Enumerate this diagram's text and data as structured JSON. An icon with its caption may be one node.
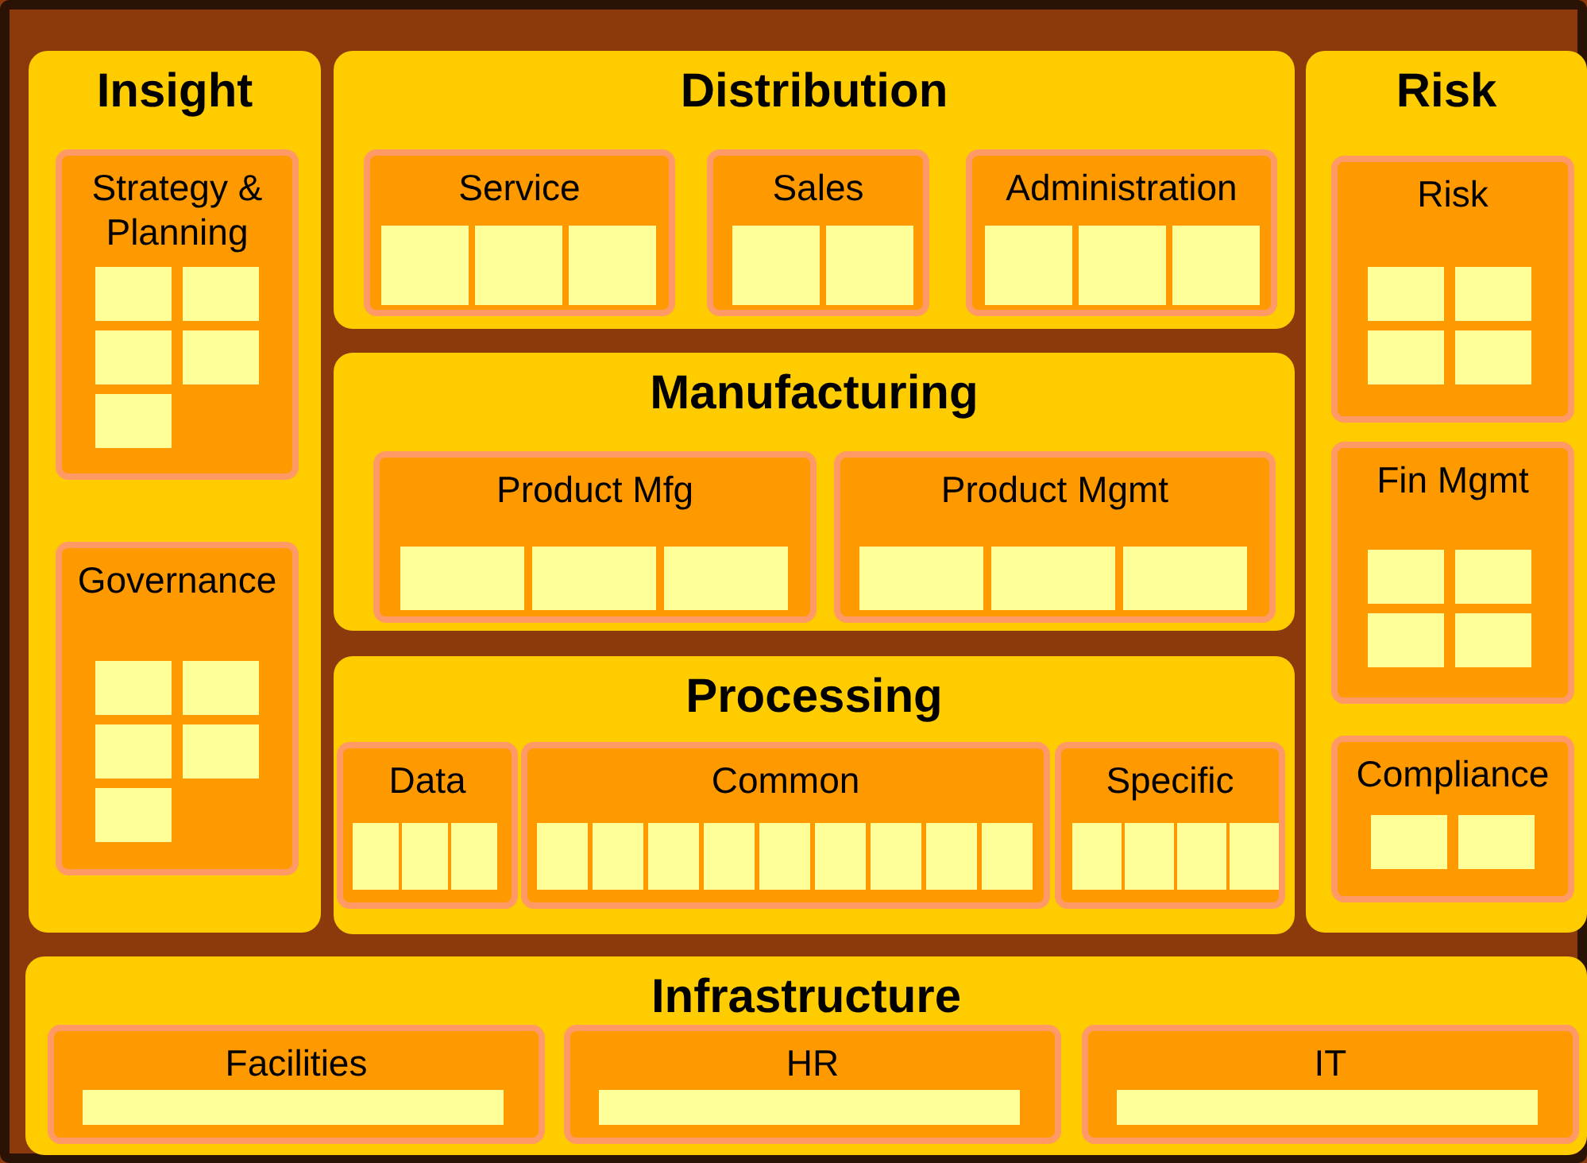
{
  "diagram": {
    "nodes": [
      {
        "text": [
          "Insight"
        ]
      },
      {
        "text": [
          "Strategy & Planning"
        ],
        "in": 0
      },
      {
        "text": [],
        "shape": "box",
        "in": 1
      },
      {
        "text": [],
        "shape": "box",
        "in": 1
      },
      {
        "text": [],
        "shape": "box",
        "in": 1
      },
      {
        "text": [],
        "shape": "box",
        "in": 1
      },
      {
        "text": [],
        "shape": "box",
        "in": 1
      },
      {
        "text": [
          "Governance"
        ],
        "in": 0
      },
      {
        "text": [],
        "shape": "box",
        "in": 7
      },
      {
        "text": [],
        "shape": "box",
        "in": 7
      },
      {
        "text": [],
        "shape": "box",
        "in": 7
      },
      {
        "text": [],
        "shape": "box",
        "in": 7
      },
      {
        "text": [],
        "shape": "box",
        "in": 7
      },
      {
        "text": [
          "Distribution"
        ]
      },
      {
        "text": [
          "Service"
        ],
        "in": 13
      },
      {
        "text": [],
        "shape": "box",
        "in": 14
      },
      {
        "text": [],
        "shape": "box",
        "in": 14
      },
      {
        "text": [],
        "shape": "box",
        "in": 14
      },
      {
        "text": [
          "Sales"
        ],
        "in": 13
      },
      {
        "text": [],
        "shape": "box",
        "in": 18
      },
      {
        "text": [],
        "shape": "box",
        "in": 18
      },
      {
        "text": [
          "Administration"
        ],
        "in": 13
      },
      {
        "text": [],
        "shape": "box",
        "in": 21
      },
      {
        "text": [],
        "shape": "box",
        "in": 21
      },
      {
        "text": [],
        "shape": "box",
        "in": 21
      },
      {
        "text": [
          "Manufacturing"
        ]
      },
      {
        "text": [
          "Product Mfg"
        ],
        "in": 25
      },
      {
        "text": [],
        "shape": "box",
        "in": 26
      },
      {
        "text": [],
        "shape": "box",
        "in": 26
      },
      {
        "text": [],
        "shape": "box",
        "in": 26
      },
      {
        "text": [
          "Product Mgmt"
        ],
        "in": 25
      },
      {
        "text": [],
        "shape": "box",
        "in": 30
      },
      {
        "text": [],
        "shape": "box",
        "in": 30
      },
      {
        "text": [],
        "shape": "box",
        "in": 30
      },
      {
        "text": [
          "Processing"
        ]
      },
      {
        "text": [
          "Data"
        ],
        "in": 34
      },
      {
        "text": [],
        "shape": "box",
        "in": 35
      },
      {
        "text": [],
        "shape": "box",
        "in": 35
      },
      {
        "text": [],
        "shape": "box",
        "in": 35
      },
      {
        "text": [
          "Common"
        ],
        "in": 34
      },
      {
        "text": [],
        "shape": "box",
        "in": 39
      },
      {
        "text": [],
        "shape": "box",
        "in": 39
      },
      {
        "text": [],
        "shape": "box",
        "in": 39
      },
      {
        "text": [],
        "shape": "box",
        "in": 39
      },
      {
        "text": [],
        "shape": "box",
        "in": 39
      },
      {
        "text": [],
        "shape": "box",
        "in": 39
      },
      {
        "text": [],
        "shape": "box",
        "in": 39
      },
      {
        "text": [],
        "shape": "box",
        "in": 39
      },
      {
        "text": [],
        "shape": "box",
        "in": 39
      },
      {
        "text": [
          "Specific"
        ],
        "in": 34
      },
      {
        "text": [],
        "shape": "box",
        "in": 49
      },
      {
        "text": [],
        "shape": "box",
        "in": 49
      },
      {
        "text": [],
        "shape": "box",
        "in": 49
      },
      {
        "text": [],
        "shape": "box",
        "in": 49
      },
      {
        "text": [
          "Risk"
        ]
      },
      {
        "text": [
          "Risk"
        ],
        "in": 54
      },
      {
        "text": [],
        "shape": "box",
        "in": 55
      },
      {
        "text": [],
        "shape": "box",
        "in": 55
      },
      {
        "text": [],
        "shape": "box",
        "in": 55
      },
      {
        "text": [],
        "shape": "box",
        "in": 55
      },
      {
        "text": [
          "Fin Mgmt"
        ],
        "in": 54
      },
      {
        "text": [],
        "shape": "box",
        "in": 60
      },
      {
        "text": [],
        "shape": "box",
        "in": 60
      },
      {
        "text": [],
        "shape": "box",
        "in": 60
      },
      {
        "text": [],
        "shape": "box",
        "in": 60
      },
      {
        "text": [
          "Compliance"
        ],
        "in": 54
      },
      {
        "text": [],
        "shape": "box",
        "in": 65
      },
      {
        "text": [],
        "shape": "box",
        "in": 65
      },
      {
        "text": [
          "Infrastructure"
        ]
      },
      {
        "text": [
          "Facilities"
        ],
        "in": 68
      },
      {
        "text": [],
        "shape": "box",
        "in": 69
      },
      {
        "text": [
          "HR"
        ],
        "in": 68
      },
      {
        "text": [],
        "shape": "box",
        "in": 71
      },
      {
        "text": [
          "IT"
        ],
        "in": 68
      },
      {
        "text": [],
        "shape": "box",
        "in": 73
      }
    ]
  }
}
